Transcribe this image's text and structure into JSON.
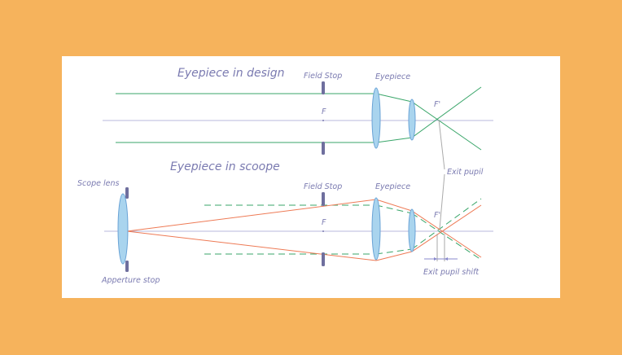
{
  "top": {
    "title": "Eyepiece in design",
    "field_stop": "Field Stop",
    "eyepiece": "Eyepiece",
    "focal_point": "F",
    "focal_point_prime": "F'"
  },
  "bottom": {
    "title": "Eyepiece in scoope",
    "scope_lens": "Scope lens",
    "aperture_stop": "Apperture stop",
    "field_stop": "Field Stop",
    "eyepiece": "Eyepiece",
    "focal_point": "F",
    "focal_point_prime": "F'",
    "exit_pupil": "Exit pupil",
    "exit_pupil_shift": "Exit pupil shift"
  },
  "colors": {
    "background": "#f6b35c",
    "panel": "#ffffff",
    "axis": "#b8b8dc",
    "green_ray": "#3aa66a",
    "orange_ray": "#ee7a55",
    "lens_fill": "#a9d4ee",
    "lens_stroke": "#6aa3d6",
    "stop": "#6f6f9e",
    "label": "#7a7ab0"
  }
}
